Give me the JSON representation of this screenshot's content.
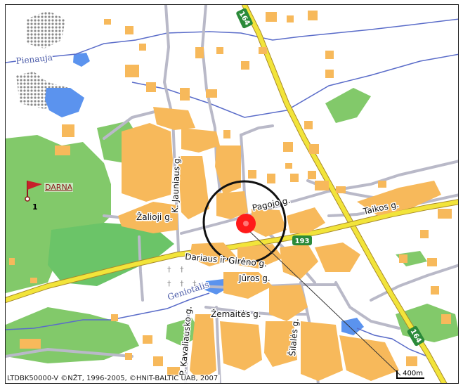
{
  "map": {
    "streets": {
      "pagojo": "Pagojo g.",
      "taikos": "Taikos g.",
      "zalioji": "Žalioji g.",
      "jauniaus": "K. Jauniaus g.",
      "dariaus": "Dariaus ir Girėno g.",
      "juros": "Jūros g.",
      "zemaites": "Žemaitės g.",
      "kavaliausko": "P. Kavaliausko g.",
      "silales": "Šilalės g."
    },
    "road_numbers": {
      "r164_north": "164",
      "r193": "193",
      "r164_south": "164"
    },
    "water": {
      "pienauja": "Pienauja",
      "geniotalis": "Geniotalis"
    },
    "marker": {
      "name": "DARNA",
      "number": "1"
    },
    "scale_label": "400m",
    "copyright": "LTDBK50000-V ©NŽT, 1996-2005, ©HNIT-BALTIC UAB, 2007"
  },
  "colors": {
    "building": "#f7b95b",
    "forest": "#82c96a",
    "forest_dark": "#6bc468",
    "water": "#5b93ee",
    "river": "#5a6cc9",
    "main_road": "#f2e43a",
    "minor_road": "#b9b9c8",
    "target_circle": "#111111",
    "target_point": "#ff1a1a"
  },
  "icons": [
    "flag-icon",
    "church-cross-icon"
  ]
}
